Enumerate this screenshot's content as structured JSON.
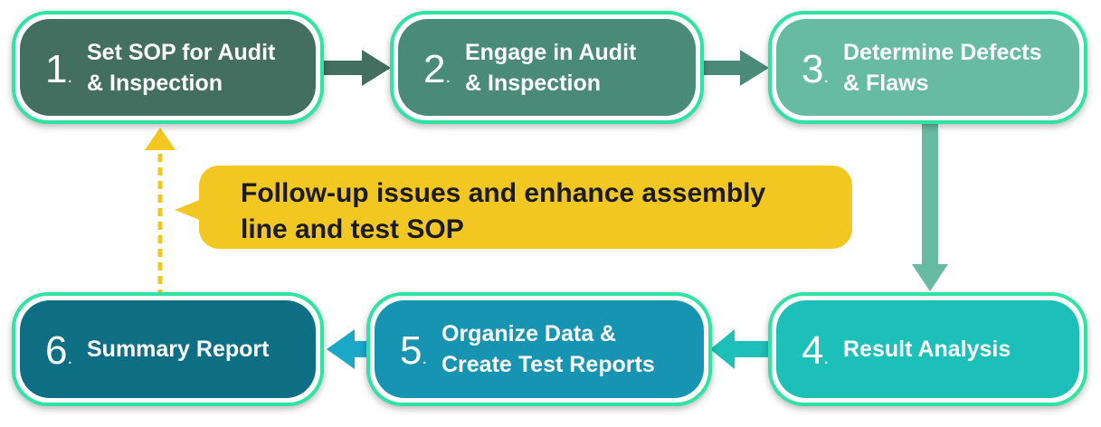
{
  "steps": [
    {
      "number": "1",
      "label": "Set SOP for Audit\n& Inspection",
      "color": "#436f61"
    },
    {
      "number": "2",
      "label": "Engage in Audit\n& Inspection",
      "color": "#4a8b78"
    },
    {
      "number": "3",
      "label": "Determine Defects\n& Flaws",
      "color": "#67bba1"
    },
    {
      "number": "4",
      "label": "Result Analysis",
      "color": "#1cc0b8"
    },
    {
      "number": "5",
      "label": "Organize Data &\nCreate Test Reports",
      "color": "#1894b3"
    },
    {
      "number": "6",
      "label": "Summary Report",
      "color": "#0d6e84"
    }
  ],
  "callout": {
    "text": "Follow-up issues and enhance assembly\nline and test SOP",
    "color": "#f2c722"
  },
  "colors": {
    "border": "#2ee3a4",
    "arrow_top": "#436f61",
    "arrow_vertical": "#67bba1",
    "arrow_bottom": "#1aa8c6",
    "feedback": "#f2c722"
  }
}
